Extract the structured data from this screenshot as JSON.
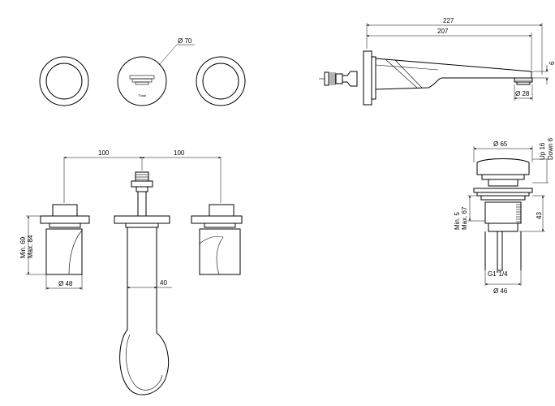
{
  "top_view": {
    "diameter_label": "Ø 70",
    "logo_text": "Thaal"
  },
  "side_view": {
    "length_label": "227",
    "spout_label": "207",
    "diameter_label": "Ø 28",
    "height_label": "6"
  },
  "front_view": {
    "spacing_left_label": "100",
    "spacing_right_label": "100",
    "spout_width_label": "40",
    "handle_diameter_label": "Ø 48",
    "handle_min_label": "Min. 69",
    "handle_max_label": "Max. 84"
  },
  "drain_view": {
    "cap_diameter_label": "Ø 65",
    "up_label": "Up 16",
    "down_label": "Down 6",
    "min_label": "Min. 5",
    "max_label": "Max. 67",
    "body_height_label": "43",
    "thread_label": "G1\"1/4",
    "base_diameter_label": "Ø 46"
  }
}
